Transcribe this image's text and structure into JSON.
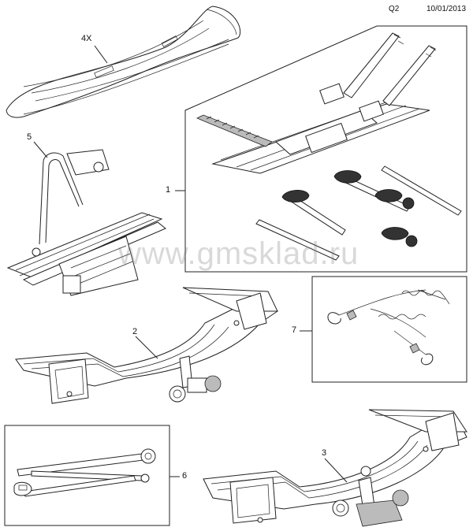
{
  "header": {
    "code": "Q2",
    "date": "10/01/2013"
  },
  "watermark": "www.gmsklad.ru",
  "callouts": {
    "spoiler": "4X",
    "bike_carrier": "5",
    "rack_kit": "1",
    "tow_bar_a": "2",
    "straps": "7",
    "wrench": "6",
    "tow_bar_b": "3"
  }
}
